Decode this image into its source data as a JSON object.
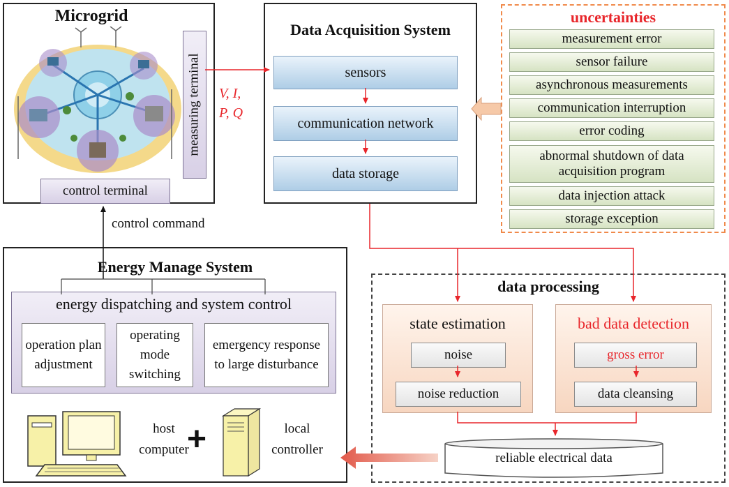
{
  "microgrid": {
    "title": "Microgrid",
    "measuring_terminal": "measuring terminal",
    "control_terminal": "control terminal"
  },
  "signals": {
    "line1": "V, I,",
    "line2": "P, Q"
  },
  "das": {
    "title": "Data Acquisition System",
    "sensors": "sensors",
    "network": "communication network",
    "storage": "data storage"
  },
  "uncertainties": {
    "title": "uncertainties",
    "items": [
      "measurement error",
      "sensor failure",
      "asynchronous measurements",
      "communication interruption",
      "error coding",
      "abnormal shutdown of data acquisition program",
      "data injection attack",
      "storage exception"
    ]
  },
  "control_command": "control command",
  "ems": {
    "title": "Energy Manage System",
    "dispatch_title": "energy dispatching and system control",
    "opt1": "operation plan adjustment",
    "opt2": "operating mode switching",
    "opt3": "emergency response to large disturbance",
    "host": "host computer",
    "plus": "+",
    "local": "local controller"
  },
  "processing": {
    "title": "data processing",
    "state_title": "state estimation",
    "noise": "noise",
    "noise_reduction": "noise reduction",
    "bad_title": "bad data detection",
    "gross_error": "gross error",
    "cleansing": "data cleansing",
    "reliable": "reliable electrical data"
  },
  "colors": {
    "red": "#e8262b",
    "orange_dash": "#f08a4b",
    "arrow_black": "#111111"
  }
}
